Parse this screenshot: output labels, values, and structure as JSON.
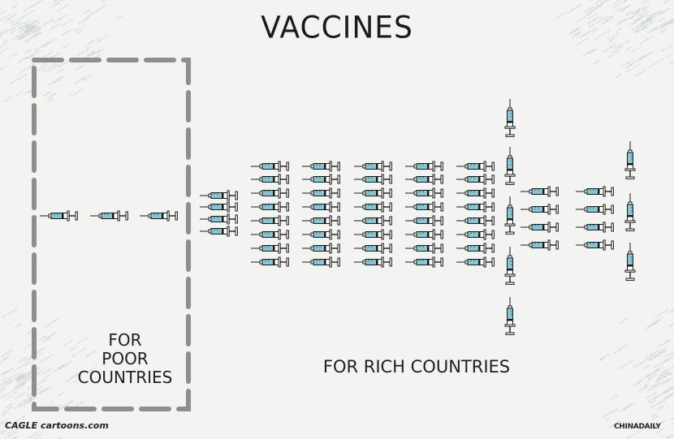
{
  "title": "VACCINES",
  "poor_label": [
    "FOR",
    "POOR",
    "COUNTRIES"
  ],
  "rich_label": "FOR RICH COUNTRIES",
  "credit": "CAGLE cartoons.com",
  "signature": "CHINADAILY",
  "colors": {
    "liquid": "#86c6d4",
    "ink": "#1b1b1b",
    "box": "#8e8e8e",
    "texture": "#a8b4c4"
  }
}
